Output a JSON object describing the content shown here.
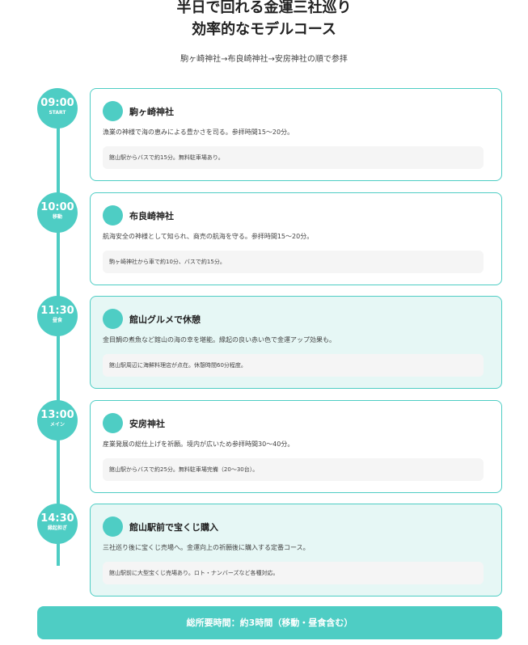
{
  "header": {
    "title_line1": "半日で回れる金運三社巡り",
    "title_line2": "効率的なモデルコース",
    "subtitle": "駒ヶ崎神社→布良崎神社→安房神社の順で参拝"
  },
  "timeline": [
    {
      "time": "09:00",
      "tag": "START",
      "name": "駒ヶ崎神社",
      "desc": "漁業の神様で海の恵みによる豊かさを司る。参拝時間15〜20分。",
      "note": "館山駅からバスで約15分。無料駐車場あり。",
      "highlight": false
    },
    {
      "time": "10:00",
      "tag": "移動",
      "name": "布良崎神社",
      "desc": "航海安全の神様として知られ、商売の航海を守る。参拝時間15〜20分。",
      "note": "駒ヶ崎神社から車で約10分、バスで約15分。",
      "highlight": false
    },
    {
      "time": "11:30",
      "tag": "昼食",
      "name": "館山グルメで休憩",
      "desc": "金目鯛の煮魚など館山の海の幸を堪能。縁起の良い赤い色で金運アップ効果も。",
      "note": "館山駅周辺に海鮮料理店が点在。休憩時間60分程度。",
      "highlight": true
    },
    {
      "time": "13:00",
      "tag": "メイン",
      "name": "安房神社",
      "desc": "産業発展の総仕上げを祈願。境内が広いため参拝時間30〜40分。",
      "note": "館山駅からバスで約25分。無料駐車場完備（20〜30台）。",
      "highlight": false
    },
    {
      "time": "14:30",
      "tag": "縁起担ぎ",
      "name": "館山駅前で宝くじ購入",
      "desc": "三社巡り後に宝くじ売場へ。金運向上の祈願後に購入する定番コース。",
      "note": "館山駅前に大型宝くじ売場あり。ロト・ナンバーズなど各種対応。",
      "highlight": true
    }
  ],
  "footer": {
    "label": "総所要時間：約3時間（移動・昼食含む）"
  },
  "colors": {
    "accent": "#4ecdc4",
    "highlight_bg": "#e6f7f5"
  }
}
